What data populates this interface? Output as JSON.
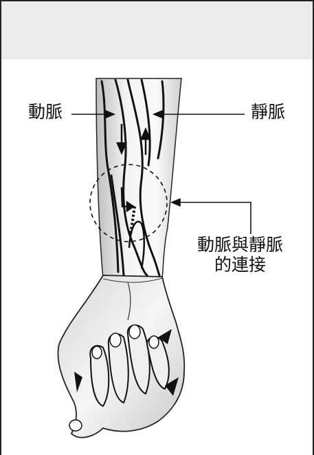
{
  "header": {
    "title": ""
  },
  "labels": {
    "artery": "動脈",
    "vein": "靜脈",
    "connection_line1": "動脈與靜脈",
    "connection_line2": "的連接"
  },
  "colors": {
    "frame": "#222222",
    "header_bg": "#ececec",
    "skin_light": "#f7f7f7",
    "skin_shade": "#cfcfcf",
    "line": "#111111"
  }
}
